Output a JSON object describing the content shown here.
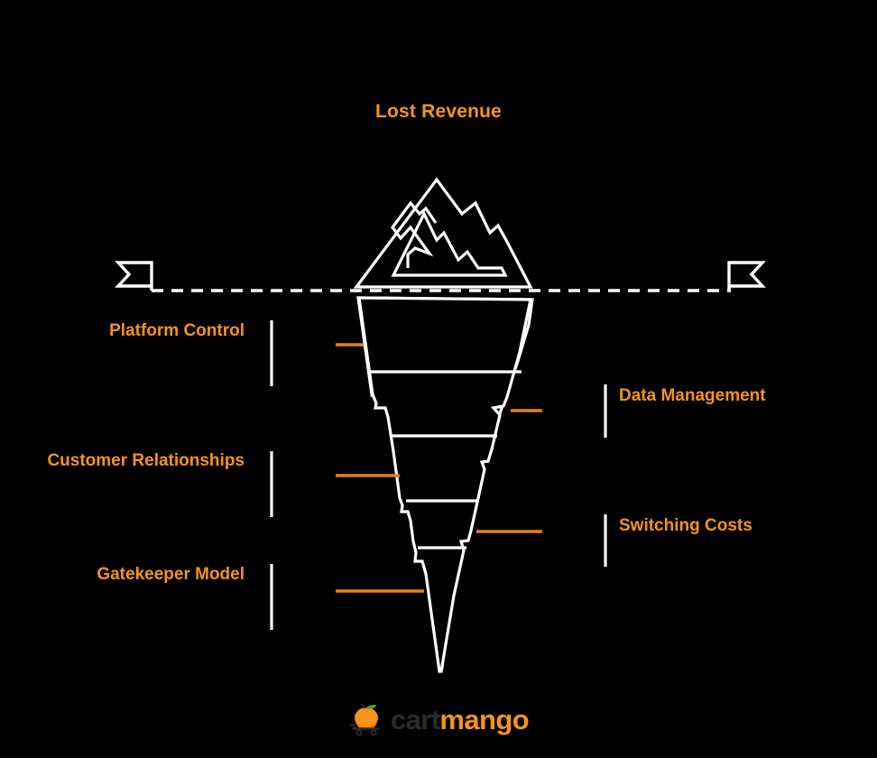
{
  "title": "Lost Revenue",
  "colors": {
    "background": "#000000",
    "accent_orange": "#F7941E",
    "connector_orange": "#E8800E",
    "iceberg_outline": "#FFFFFF",
    "waterline": "#FFFFFF",
    "logo_dark": "#2B2B2B"
  },
  "waterline": {
    "style": "dashed",
    "left_marker_icon": "flag-left-icon",
    "right_marker_icon": "flag-right-icon"
  },
  "iceberg": {
    "tip_icon": "mountain-peak-icon",
    "tip_description": "Mountain-shaped iceberg tip above the waterline",
    "submerged_description": "Inverted tapering iceberg body below the waterline divided into five layers"
  },
  "labels_left": [
    {
      "text": "Platform Control",
      "side": "left"
    },
    {
      "text": "Customer Relationships",
      "side": "left"
    },
    {
      "text": "Gatekeeper Model",
      "side": "left"
    }
  ],
  "labels_right": [
    {
      "text": "Data Management",
      "side": "right"
    },
    {
      "text": "Switching Costs",
      "side": "right"
    }
  ],
  "logo": {
    "icon": "mango-in-cart-icon",
    "part_one": "cart",
    "part_two": "mango"
  }
}
